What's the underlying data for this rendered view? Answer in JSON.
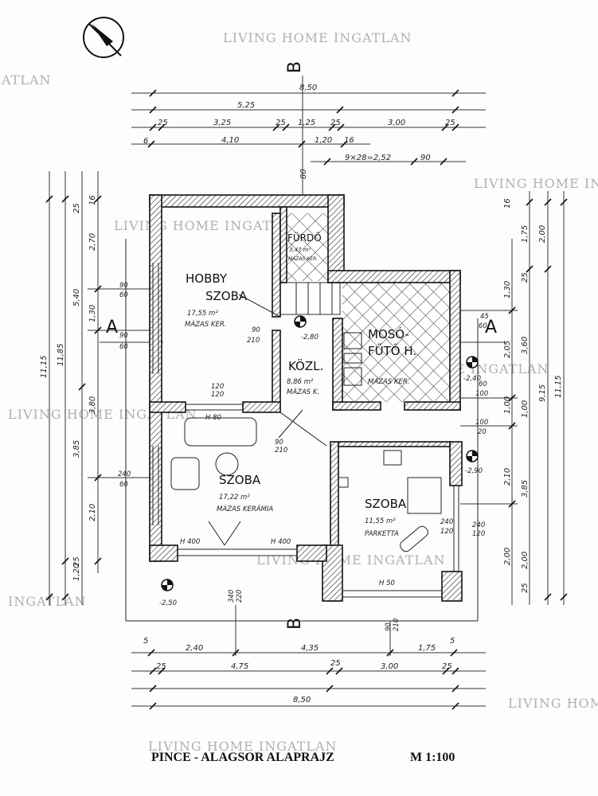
{
  "watermark": "LIVING HOME INGATLAN",
  "watermark_partial": {
    "a": "ATLAN",
    "b": "LIVING HOME IN",
    "c": "INGATLAN",
    "d": "LIVING HOME"
  },
  "title": "PINCE - ALAGSOR ALAPRAJZ",
  "scale": "M 1:100",
  "sections": {
    "a": "A",
    "b": "B"
  },
  "rooms": {
    "hobby": {
      "name1": "HOBBY",
      "name2": "SZOBA",
      "area": "17,55 m²",
      "floor": "MÁZAS KER."
    },
    "bath": {
      "name": "FÜRDŐ",
      "area": "3,47 m²",
      "floor": "MÁZAS KER."
    },
    "hall": {
      "name": "KÖZL.",
      "area": "8,86 m²",
      "floor": "MÁZAS K."
    },
    "laundry": {
      "name1": "MOSÓ-",
      "name2": "FŰTŐ H.",
      "floor": "MÁZAS KER."
    },
    "room1": {
      "name": "SZOBA",
      "area": "17,22 m²",
      "floor": "MÁZAS KERÁMIA"
    },
    "room2": {
      "name": "SZOBA",
      "area": "11,55 m²",
      "floor": "PARKETTA"
    }
  },
  "levels": {
    "hall": "-2,80",
    "outside_left": "-2,50",
    "right_top": "-2,40",
    "right_mid": "-2,90"
  },
  "openings": {
    "h80": "H 80",
    "h400a": "H 400",
    "h400b": "H 400",
    "h50": "H 50",
    "d1a": "90",
    "d1b": "210",
    "d2a": "120",
    "d2b": "120",
    "d3a": "90",
    "d3b": "210",
    "d4a": "340",
    "d4b": "220",
    "d5a": "240",
    "d5b": "120",
    "d6a": "90",
    "d6b": "210"
  },
  "dims_top": {
    "total": "8,50",
    "part": "5,25",
    "r1": [
      "25",
      "3,25",
      "25",
      "1,25",
      "25",
      "3,00",
      "25"
    ],
    "r2": [
      "6",
      "4,10",
      "1,20",
      "16"
    ],
    "r3": [
      "9×28=2,52",
      "90"
    ],
    "b": "80"
  },
  "dims_bottom": {
    "r1": [
      "5",
      "2,40",
      "4,35",
      "1,75",
      "5"
    ],
    "r2": [
      "25",
      "4,75",
      "25",
      "3,00",
      "25"
    ],
    "total": "8,50"
  },
  "dims_left": {
    "c1": "11,15",
    "c2": "11,85",
    "c3": [
      "5,40",
      "3,85",
      "1,20"
    ],
    "c4": [
      "2,70",
      "1,30",
      "3,80",
      "2,10",
      "25",
      "25",
      "16"
    ],
    "win": [
      "90",
      "60",
      "90",
      "60",
      "240",
      "60"
    ]
  },
  "dims_right": {
    "c1": "11,15",
    "c2": [
      "2,00",
      "9,15"
    ],
    "c3": [
      "1,75",
      "3,60",
      "1,00",
      "3,85",
      "2,00"
    ],
    "c4": [
      "1,30",
      "2,05",
      "1,00",
      "2,10",
      "2,00",
      "25",
      "16",
      "25"
    ],
    "win": [
      "45",
      "60",
      "60",
      "100",
      "100",
      "20",
      "240",
      "120"
    ]
  }
}
